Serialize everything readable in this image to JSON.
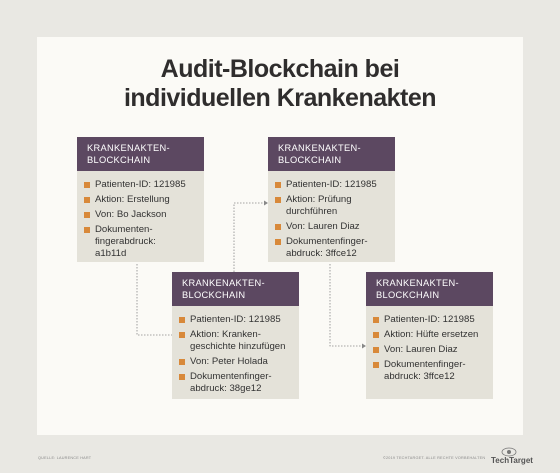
{
  "title": {
    "line1": "Audit-Blockchain bei",
    "line2": "individuellen Krankenakten"
  },
  "blocks": [
    {
      "header": [
        "KRANKENAKTEN-",
        "BLOCKCHAIN"
      ],
      "items": [
        "Patienten-ID: 121985",
        "Aktion: Erstellung",
        "Von: Bo Jackson",
        "Dokumenten-\nfingerabdruck:\na1b11d"
      ]
    },
    {
      "header": [
        "KRANKENAKTEN-",
        "BLOCKCHAIN"
      ],
      "items": [
        "Patienten-ID: 121985",
        "Aktion: Kranken-\ngeschichte hinzufügen",
        "Von: Peter Holada",
        "Dokumentenfinger-\nabdruck: 38ge12"
      ]
    },
    {
      "header": [
        "KRANKENAKTEN-",
        "BLOCKCHAIN"
      ],
      "items": [
        "Patienten-ID: 121985",
        "Aktion: Prüfung\ndurchführen",
        "Von: Lauren Diaz",
        "Dokumentenfinger-\nabdruck: 3ffce12"
      ]
    },
    {
      "header": [
        "KRANKENAKTEN-",
        "BLOCKCHAIN"
      ],
      "items": [
        "Patienten-ID: 121985",
        "Aktion: Hüfte ersetzen",
        "Von: Lauren Diaz",
        "Dokumentenfinger-\nabdruck: 3ffce12"
      ]
    }
  ],
  "footer": {
    "credit": "QUELLE: LAURENCE HART",
    "copyright": "©2019 TECHTARGET. ALLE RECHTE VORBEHALTEN",
    "logo": "TechTarget"
  },
  "colors": {
    "header_bg": "#5c4861",
    "body_bg": "#e4e2d9",
    "bullet": "#d8893a",
    "connector": "#888888"
  }
}
